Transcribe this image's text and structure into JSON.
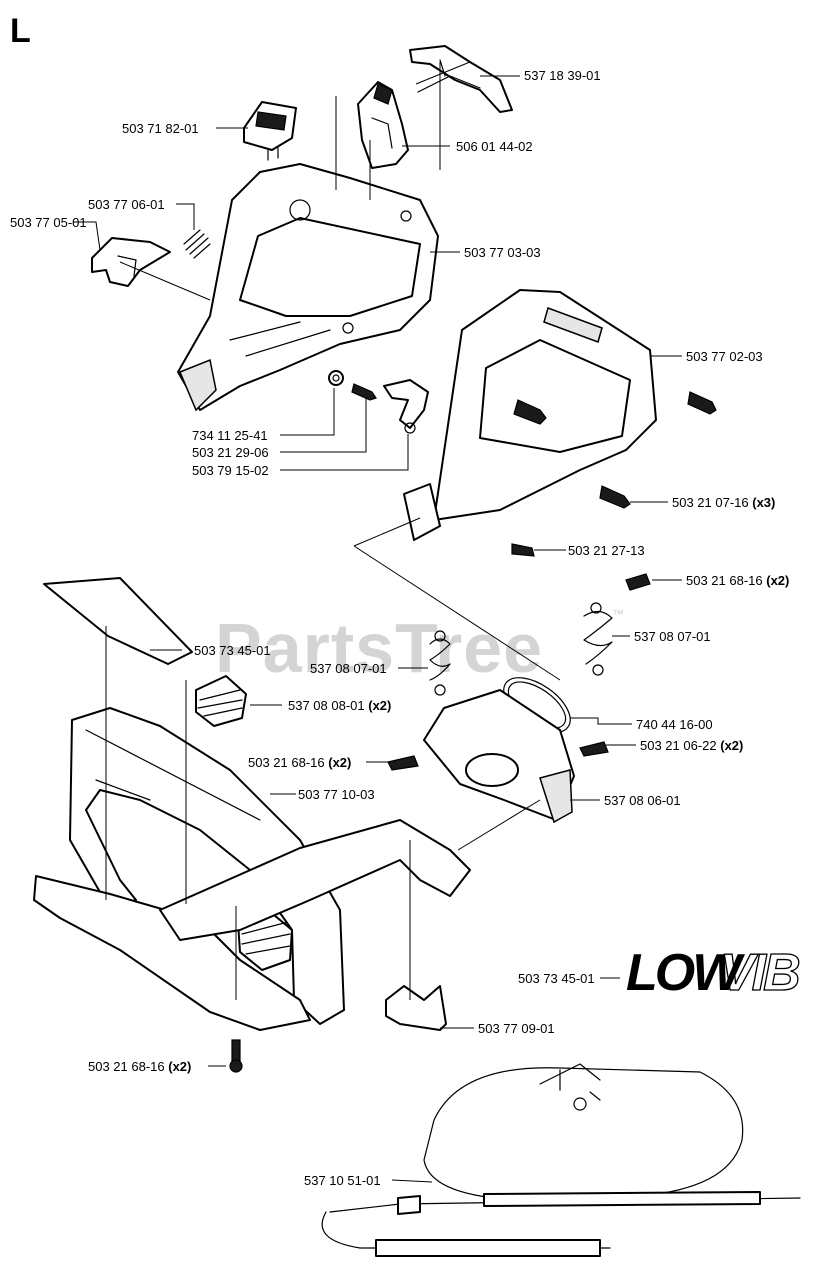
{
  "section_letter": "L",
  "watermark": "PartsTree",
  "watermark_tm": "™",
  "logo": {
    "text_a": "LOW",
    "text_b": "VIB"
  },
  "parts": [
    {
      "id": "p1",
      "number": "537 18 39-01",
      "qty": ""
    },
    {
      "id": "p2",
      "number": "503 71 82-01",
      "qty": ""
    },
    {
      "id": "p3",
      "number": "506 01 44-02",
      "qty": ""
    },
    {
      "id": "p4",
      "number": "503 77 06-01",
      "qty": ""
    },
    {
      "id": "p5",
      "number": "503 77 05-01",
      "qty": ""
    },
    {
      "id": "p6",
      "number": "503 77 03-03",
      "qty": ""
    },
    {
      "id": "p7",
      "number": "503 77 02-03",
      "qty": ""
    },
    {
      "id": "p8",
      "number": "734 11 25-41",
      "qty": ""
    },
    {
      "id": "p9",
      "number": "503 21 29-06",
      "qty": ""
    },
    {
      "id": "p10",
      "number": "503 79 15-02",
      "qty": ""
    },
    {
      "id": "p11",
      "number": "503 21 07-16",
      "qty": "(x3)"
    },
    {
      "id": "p12",
      "number": "503  21 27-13",
      "qty": ""
    },
    {
      "id": "p13",
      "number": "503 21 68-16",
      "qty": "(x2)"
    },
    {
      "id": "p14",
      "number": "537 08 07-01",
      "qty": ""
    },
    {
      "id": "p15",
      "number": "503 73 45-01",
      "qty": ""
    },
    {
      "id": "p16",
      "number": "537 08 07-01",
      "qty": ""
    },
    {
      "id": "p17",
      "number": "537 08 08-01",
      "qty": "(x2)"
    },
    {
      "id": "p18",
      "number": "740 44 16-00",
      "qty": ""
    },
    {
      "id": "p19",
      "number": "503 21 68-16",
      "qty": "(x2)"
    },
    {
      "id": "p20",
      "number": "503 21 06-22",
      "qty": "(x2)"
    },
    {
      "id": "p21",
      "number": "503 77 10-03",
      "qty": ""
    },
    {
      "id": "p22",
      "number": "537 08 06-01",
      "qty": ""
    },
    {
      "id": "p23",
      "number": "503 73 45-01",
      "qty": ""
    },
    {
      "id": "p24",
      "number": "503 77 09-01",
      "qty": ""
    },
    {
      "id": "p25",
      "number": "503 21 68-16",
      "qty": "(x2)"
    },
    {
      "id": "p26",
      "number": "537 10 51-01",
      "qty": ""
    }
  ]
}
